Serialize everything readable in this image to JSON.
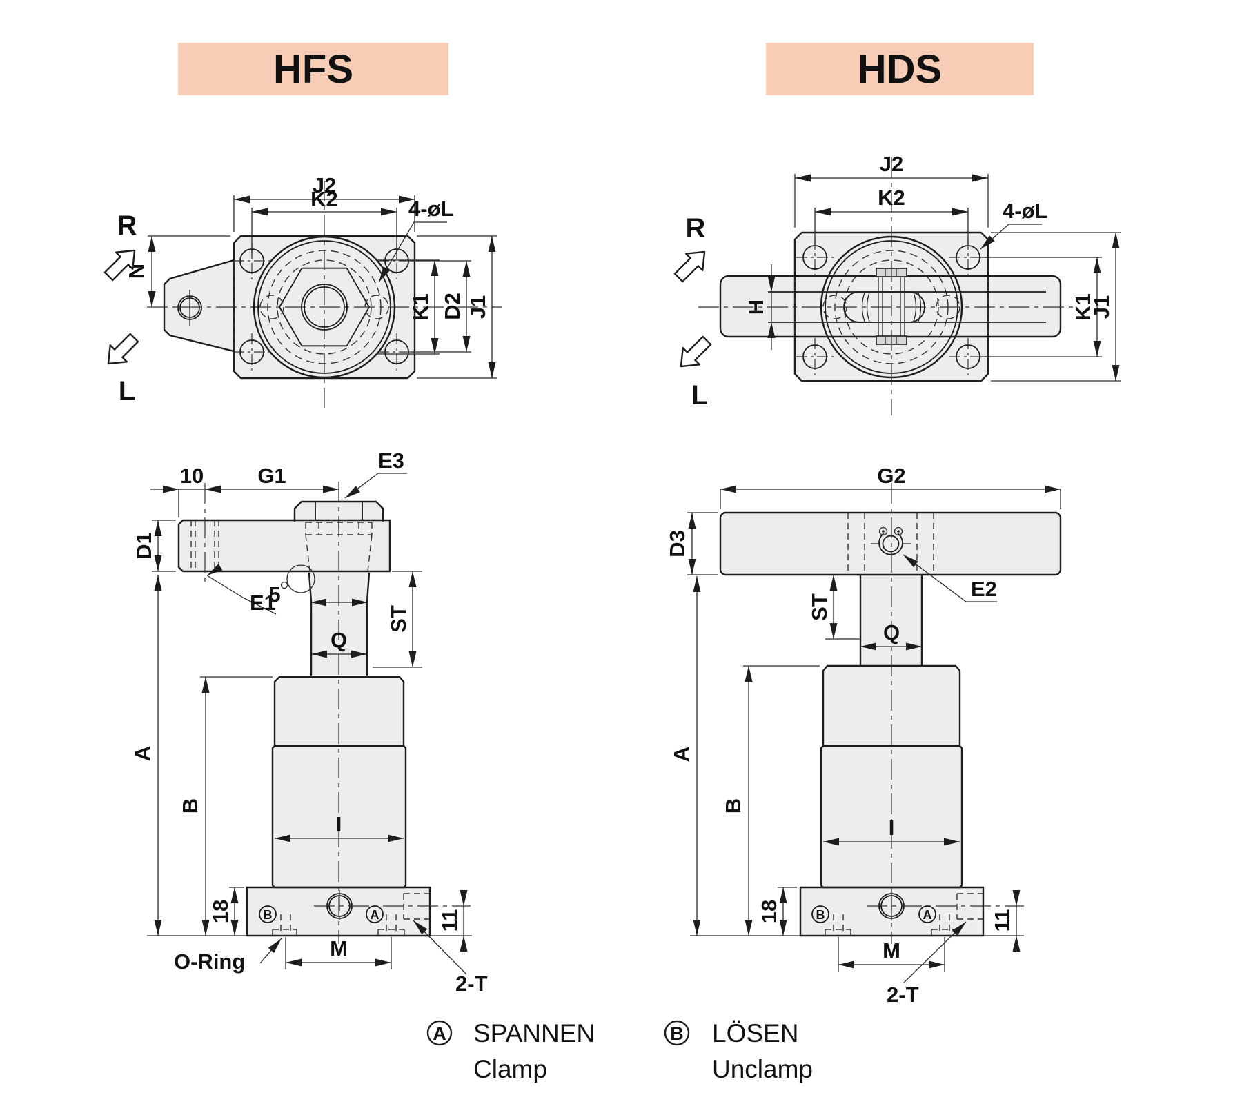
{
  "colors": {
    "accent": "#f8cdb5",
    "part_fill": "#ededed",
    "line": "#1d1d1d"
  },
  "headers": {
    "hfs": "HFS",
    "hds": "HDS"
  },
  "hfs_plan": {
    "j2": "J2",
    "k2": "K2",
    "holes": "4-øL",
    "r": "R",
    "n": "N",
    "l": "L",
    "k1": "K1",
    "d2": "D2",
    "j1": "J1"
  },
  "hfs_side": {
    "ten": "10",
    "g1": "G1",
    "e3": "E3",
    "d1": "D1",
    "e1": "E1",
    "five": "5",
    "st": "ST",
    "q": "Q",
    "a": "A",
    "b": "B",
    "i": "I",
    "n18": "18",
    "n11": "11",
    "oring": "O-Ring",
    "m": "M",
    "t2": "2-T",
    "port_a": "A",
    "port_b": "B"
  },
  "hds_plan": {
    "j2": "J2",
    "k2": "K2",
    "holes": "4-øL",
    "r": "R",
    "h": "H",
    "l": "L",
    "k1": "K1",
    "j1": "J1"
  },
  "hds_side": {
    "g2": "G2",
    "d3": "D3",
    "e2": "E2",
    "st": "ST",
    "q": "Q",
    "a": "A",
    "b": "B",
    "i": "I",
    "n18": "18",
    "n11": "11",
    "m": "M",
    "t2": "2-T",
    "port_a": "A",
    "port_b": "B"
  },
  "legend": {
    "a_letter": "A",
    "a_de": "SPANNEN",
    "a_en": "Clamp",
    "b_letter": "B",
    "b_de": "LÖSEN",
    "b_en": "Unclamp"
  }
}
